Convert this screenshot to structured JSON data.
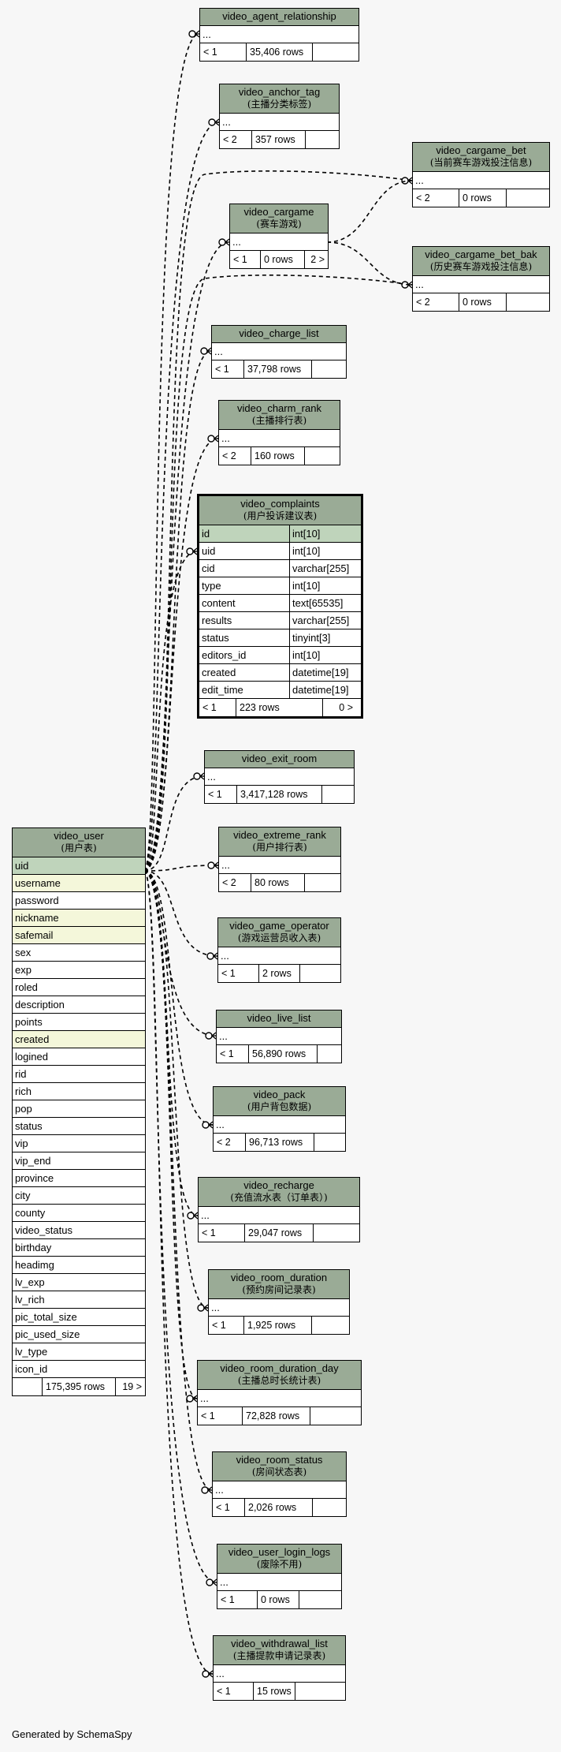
{
  "footer": "Generated by SchemaSpy",
  "colors": {
    "header": "#9aab96",
    "primary_key": "#bfd4bb",
    "indexed": "#f4f7da",
    "background": "#f7f7f7"
  },
  "focus_table": "video_complaints",
  "tables": {
    "video_agent_relationship": {
      "name": "video_agent_relationship",
      "comment": "",
      "columns": [
        "..."
      ],
      "parents": "< 1",
      "rows": "35,406 rows",
      "children": ""
    },
    "video_anchor_tag": {
      "name": "video_anchor_tag",
      "comment": "(主播分类标签)",
      "columns": [
        "..."
      ],
      "parents": "< 2",
      "rows": "357 rows",
      "children": ""
    },
    "video_cargame": {
      "name": "video_cargame",
      "comment": "(赛车游戏)",
      "columns": [
        "..."
      ],
      "parents": "< 1",
      "rows": "0 rows",
      "children": "2 >"
    },
    "video_cargame_bet": {
      "name": "video_cargame_bet",
      "comment": "(当前赛车游戏投注信息)",
      "columns": [
        "..."
      ],
      "parents": "< 2",
      "rows": "0 rows",
      "children": ""
    },
    "video_cargame_bet_bak": {
      "name": "video_cargame_bet_bak",
      "comment": "(历史赛车游戏投注信息)",
      "columns": [
        "..."
      ],
      "parents": "< 2",
      "rows": "0 rows",
      "children": ""
    },
    "video_charge_list": {
      "name": "video_charge_list",
      "comment": "",
      "columns": [
        "..."
      ],
      "parents": "< 1",
      "rows": "37,798 rows",
      "children": ""
    },
    "video_charm_rank": {
      "name": "video_charm_rank",
      "comment": "(主播排行表)",
      "columns": [
        "..."
      ],
      "parents": "< 2",
      "rows": "160 rows",
      "children": ""
    },
    "video_complaints": {
      "name": "video_complaints",
      "comment": "(用户投诉建议表)",
      "columns": [
        [
          "id",
          "int[10]"
        ],
        [
          "uid",
          "int[10]"
        ],
        [
          "cid",
          "varchar[255]"
        ],
        [
          "type",
          "int[10]"
        ],
        [
          "content",
          "text[65535]"
        ],
        [
          "results",
          "varchar[255]"
        ],
        [
          "status",
          "tinyint[3]"
        ],
        [
          "editors_id",
          "int[10]"
        ],
        [
          "created",
          "datetime[19]"
        ],
        [
          "edit_time",
          "datetime[19]"
        ]
      ],
      "parents": "< 1",
      "rows": "223 rows",
      "children": "0 >"
    },
    "video_exit_room": {
      "name": "video_exit_room",
      "comment": "",
      "columns": [
        "..."
      ],
      "parents": "< 1",
      "rows": "3,417,128 rows",
      "children": ""
    },
    "video_extreme_rank": {
      "name": "video_extreme_rank",
      "comment": "(用户排行表)",
      "columns": [
        "..."
      ],
      "parents": "< 2",
      "rows": "80 rows",
      "children": ""
    },
    "video_game_operator": {
      "name": "video_game_operator",
      "comment": "(游戏运营员收入表)",
      "columns": [
        "..."
      ],
      "parents": "< 1",
      "rows": "2 rows",
      "children": ""
    },
    "video_live_list": {
      "name": "video_live_list",
      "comment": "",
      "columns": [
        "..."
      ],
      "parents": "< 1",
      "rows": "56,890 rows",
      "children": ""
    },
    "video_pack": {
      "name": "video_pack",
      "comment": "(用户背包数据)",
      "columns": [
        "..."
      ],
      "parents": "< 2",
      "rows": "96,713 rows",
      "children": ""
    },
    "video_recharge": {
      "name": "video_recharge",
      "comment": "(充值流水表（订单表）)",
      "columns": [
        "..."
      ],
      "parents": "< 1",
      "rows": "29,047 rows",
      "children": ""
    },
    "video_room_duration": {
      "name": "video_room_duration",
      "comment": "(预约房间记录表)",
      "columns": [
        "..."
      ],
      "parents": "< 1",
      "rows": "1,925 rows",
      "children": ""
    },
    "video_room_duration_day": {
      "name": "video_room_duration_day",
      "comment": "(主播总时长统计表)",
      "columns": [
        "..."
      ],
      "parents": "< 1",
      "rows": "72,828 rows",
      "children": ""
    },
    "video_room_status": {
      "name": "video_room_status",
      "comment": "(房间状态表)",
      "columns": [
        "..."
      ],
      "parents": "< 1",
      "rows": "2,026 rows",
      "children": ""
    },
    "video_user_login_logs": {
      "name": "video_user_login_logs",
      "comment": "(废除不用)",
      "columns": [
        "..."
      ],
      "parents": "< 1",
      "rows": "0 rows",
      "children": ""
    },
    "video_withdrawal_list": {
      "name": "video_withdrawal_list",
      "comment": "(主播提款申请记录表)",
      "columns": [
        "..."
      ],
      "parents": "< 1",
      "rows": "15 rows",
      "children": ""
    },
    "video_user": {
      "name": "video_user",
      "comment": "(用户表)",
      "columns": [
        "uid",
        "username",
        "password",
        "nickname",
        "safemail",
        "sex",
        "exp",
        "roled",
        "description",
        "points",
        "created",
        "logined",
        "rid",
        "rich",
        "pop",
        "status",
        "vip",
        "vip_end",
        "province",
        "city",
        "county",
        "video_status",
        "birthday",
        "headimg",
        "lv_exp",
        "lv_rich",
        "pic_total_size",
        "pic_used_size",
        "lv_type",
        "icon_id"
      ],
      "pk": [
        "uid"
      ],
      "indexed": [
        "username",
        "nickname",
        "safemail",
        "created"
      ],
      "parents": "",
      "rows": "175,395 rows",
      "children": "19 >"
    }
  }
}
